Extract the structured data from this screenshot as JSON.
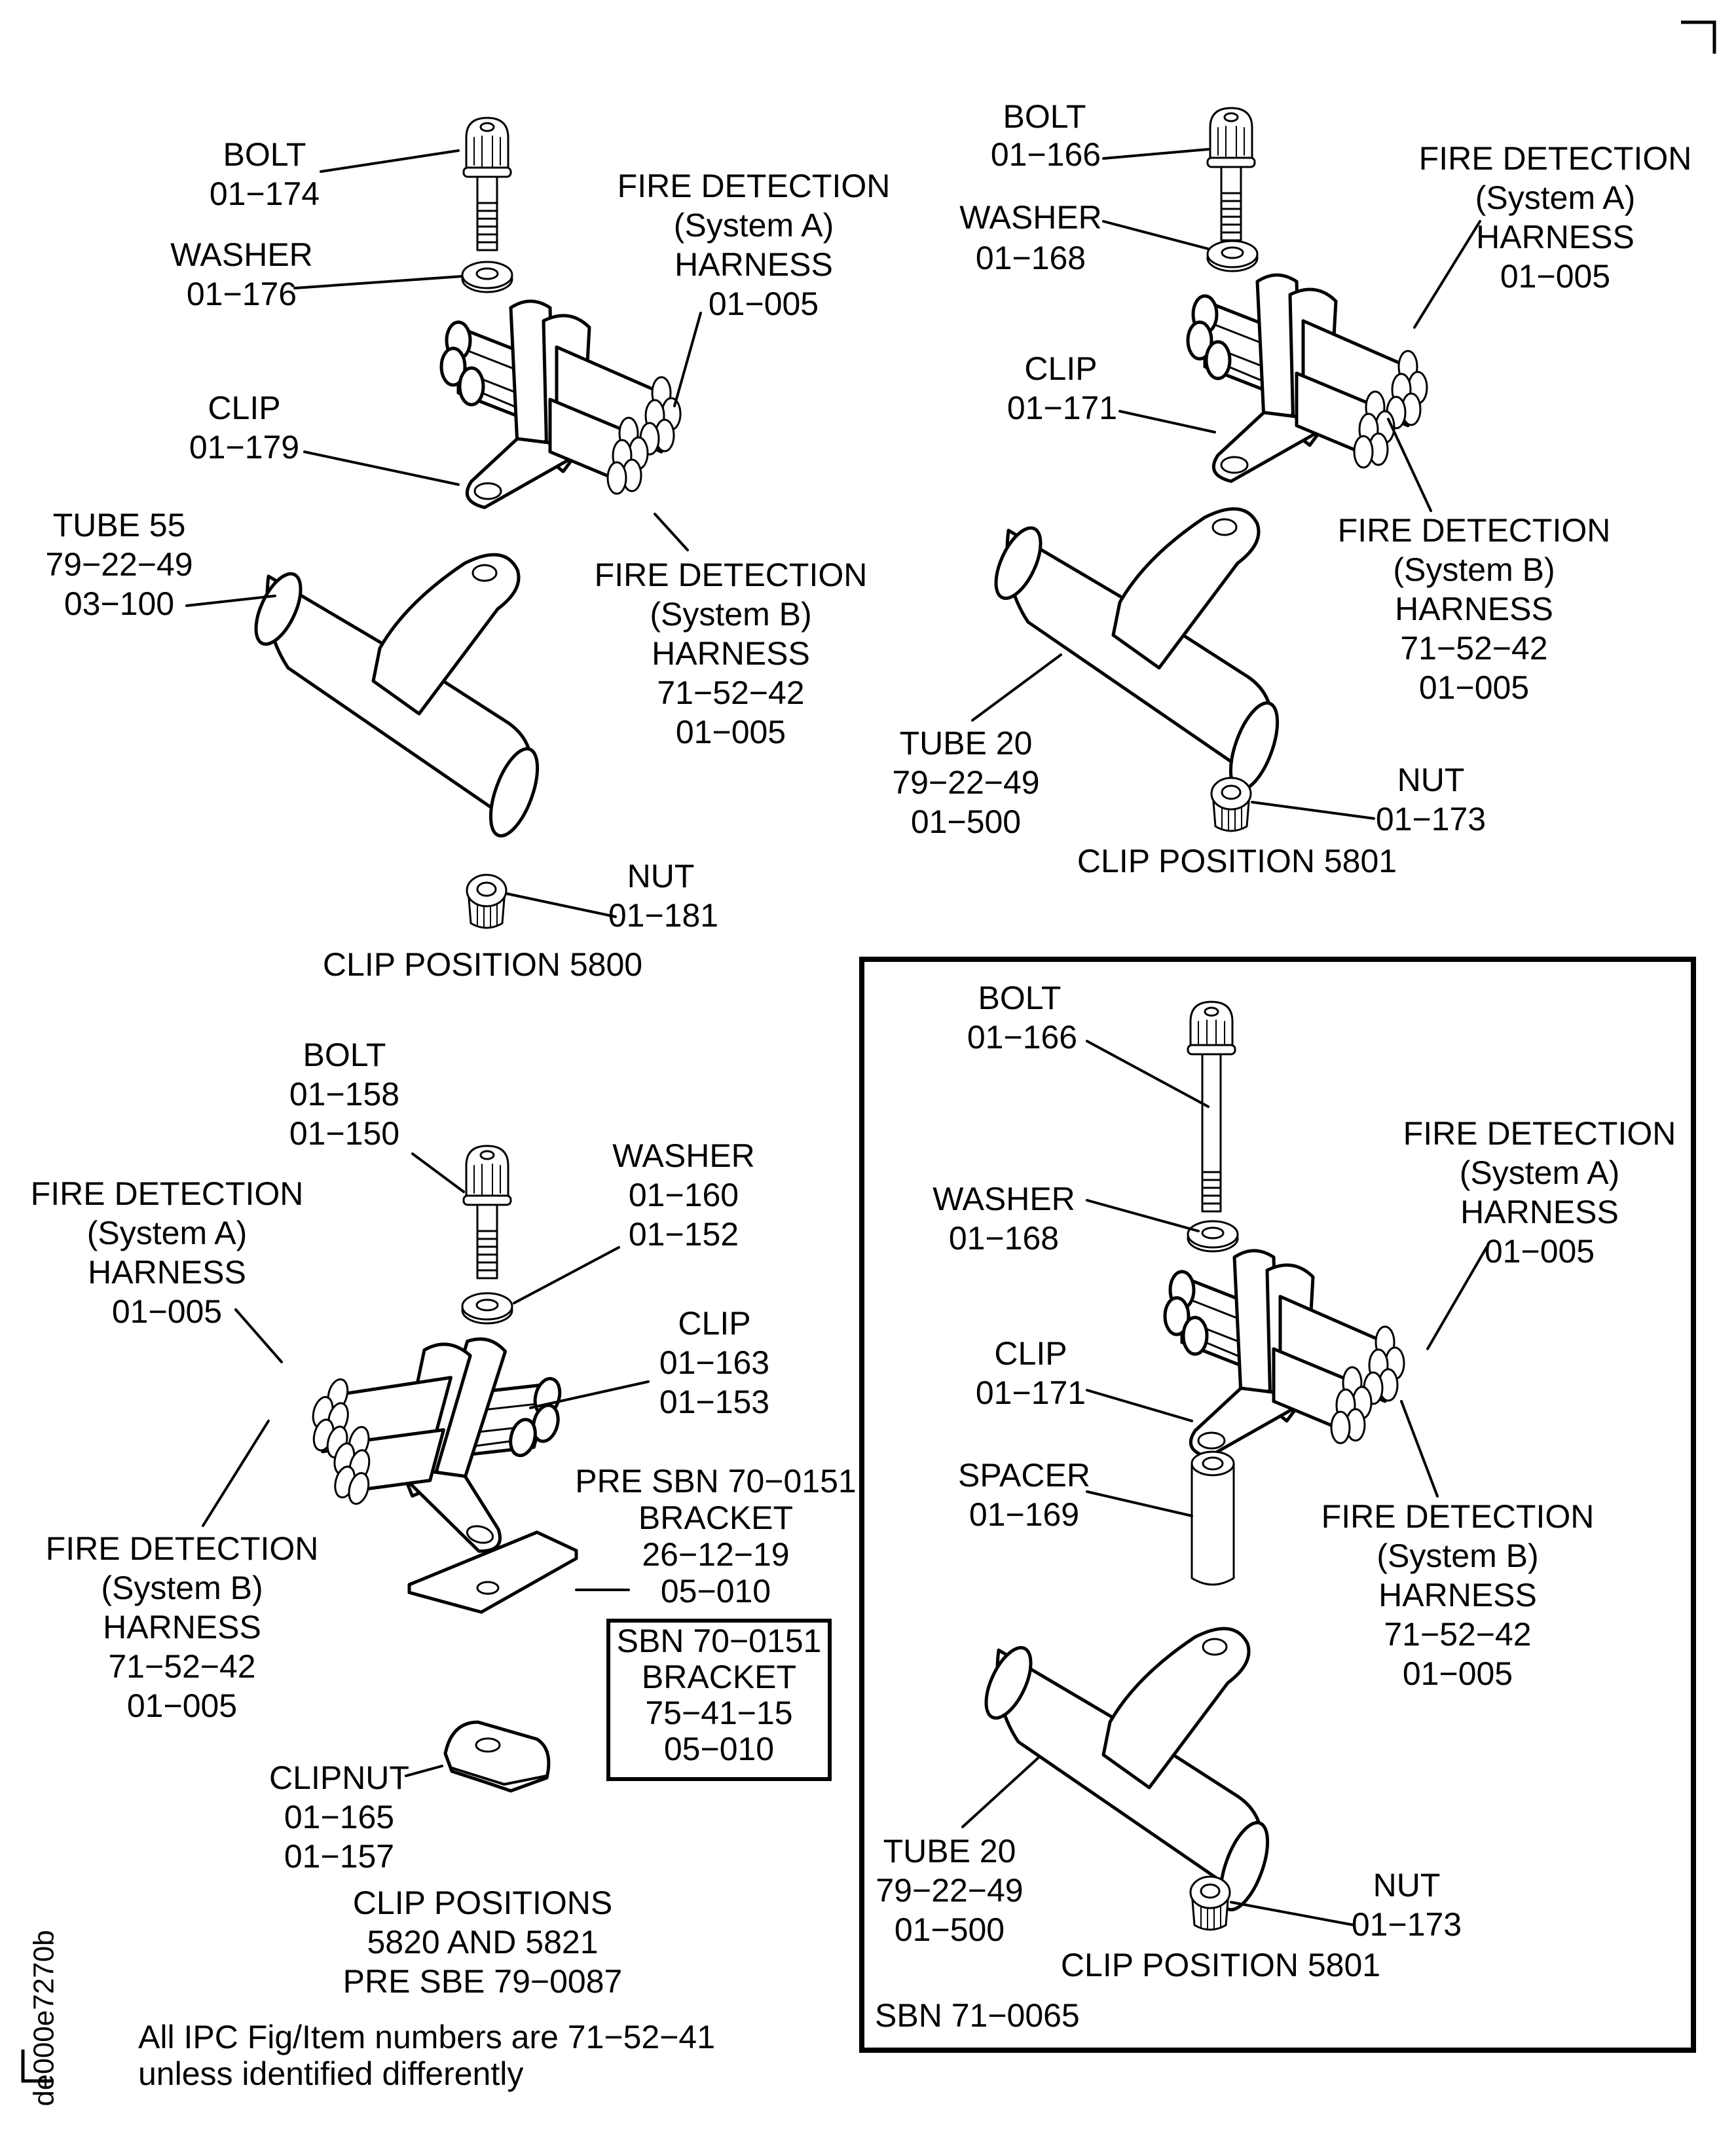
{
  "figure_id": "de000e7270b",
  "note": [
    "All IPC Fig/Item numbers are 71−52−41",
    "unless identified differently"
  ],
  "views": [
    {
      "id": "clip-position-5800",
      "caption": [
        "CLIP POSITION 5800"
      ],
      "callouts": [
        {
          "part": "bolt",
          "lines": [
            "BOLT",
            "01−174"
          ]
        },
        {
          "part": "washer",
          "lines": [
            "WASHER",
            "01−176"
          ]
        },
        {
          "part": "harness-a",
          "lines": [
            "FIRE DETECTION",
            "(System A)",
            "HARNESS",
            "01−005"
          ]
        },
        {
          "part": "clip",
          "lines": [
            "CLIP",
            "01−179"
          ]
        },
        {
          "part": "tube",
          "lines": [
            "TUBE 55",
            "79−22−49",
            "03−100"
          ]
        },
        {
          "part": "harness-b",
          "lines": [
            "FIRE DETECTION",
            "(System B)",
            "HARNESS",
            "71−52−42",
            "01−005"
          ]
        },
        {
          "part": "nut",
          "lines": [
            "NUT",
            "01−181"
          ]
        }
      ]
    },
    {
      "id": "clip-position-5801",
      "caption": [
        "CLIP POSITION 5801"
      ],
      "callouts": [
        {
          "part": "bolt",
          "lines": [
            "BOLT",
            "01−166"
          ]
        },
        {
          "part": "washer",
          "lines": [
            "WASHER",
            "01−168"
          ]
        },
        {
          "part": "harness-a",
          "lines": [
            "FIRE DETECTION",
            "(System A)",
            "HARNESS",
            "01−005"
          ]
        },
        {
          "part": "clip",
          "lines": [
            "CLIP",
            "01−171"
          ]
        },
        {
          "part": "harness-b",
          "lines": [
            "FIRE DETECTION",
            "(System B)",
            "HARNESS",
            "71−52−42",
            "01−005"
          ]
        },
        {
          "part": "tube",
          "lines": [
            "TUBE 20",
            "79−22−49",
            "01−500"
          ]
        },
        {
          "part": "nut",
          "lines": [
            "NUT",
            "01−173"
          ]
        }
      ]
    },
    {
      "id": "clip-positions-5820-5821",
      "caption": [
        "CLIP POSITIONS",
        "5820 AND 5821",
        "PRE SBE 79−0087"
      ],
      "callouts": [
        {
          "part": "bolt",
          "lines": [
            "BOLT",
            "01−158",
            "01−150"
          ]
        },
        {
          "part": "washer",
          "lines": [
            "WASHER",
            "01−160",
            "01−152"
          ]
        },
        {
          "part": "harness-a",
          "lines": [
            "FIRE DETECTION",
            "(System A)",
            "HARNESS",
            "01−005"
          ]
        },
        {
          "part": "clip",
          "lines": [
            "CLIP",
            "01−163",
            "01−153"
          ]
        },
        {
          "part": "bracket-pre",
          "lines": [
            "PRE SBN 70−0151",
            "BRACKET",
            "26−12−19",
            "05−010"
          ]
        },
        {
          "part": "bracket-post",
          "lines": [
            "SBN 70−0151",
            "BRACKET",
            "75−41−15",
            "05−010"
          ]
        },
        {
          "part": "harness-b",
          "lines": [
            "FIRE DETECTION",
            "(System B)",
            "HARNESS",
            "71−52−42",
            "01−005"
          ]
        },
        {
          "part": "clipnut",
          "lines": [
            "CLIPNUT",
            "01−165",
            "01−157"
          ]
        }
      ]
    },
    {
      "id": "clip-position-5801-sbn",
      "caption": [
        "CLIP POSITION 5801"
      ],
      "frame_label": "SBN 71−0065",
      "callouts": [
        {
          "part": "bolt",
          "lines": [
            "BOLT",
            "01−166"
          ]
        },
        {
          "part": "harness-a",
          "lines": [
            "FIRE DETECTION",
            "(System A)",
            "HARNESS",
            "01−005"
          ]
        },
        {
          "part": "washer",
          "lines": [
            "WASHER",
            "01−168"
          ]
        },
        {
          "part": "clip",
          "lines": [
            "CLIP",
            "01−171"
          ]
        },
        {
          "part": "spacer",
          "lines": [
            "SPACER",
            "01−169"
          ]
        },
        {
          "part": "harness-b",
          "lines": [
            "FIRE DETECTION",
            "(System B)",
            "HARNESS",
            "71−52−42",
            "01−005"
          ]
        },
        {
          "part": "tube",
          "lines": [
            "TUBE 20",
            "79−22−49",
            "01−500"
          ]
        },
        {
          "part": "nut",
          "lines": [
            "NUT",
            "01−173"
          ]
        }
      ]
    }
  ]
}
